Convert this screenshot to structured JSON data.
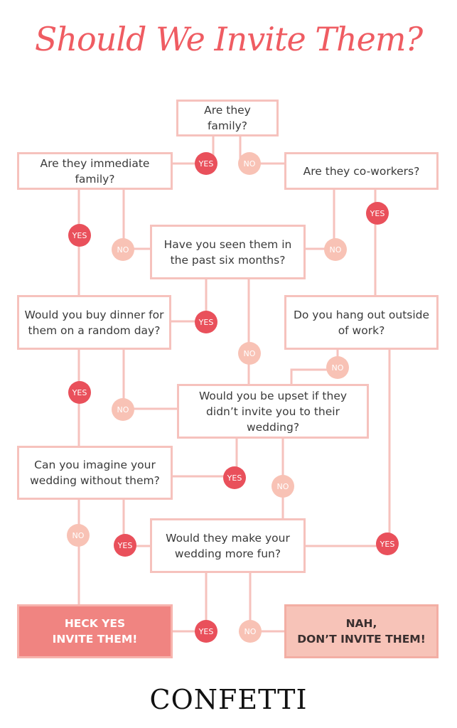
{
  "title": "Should We Invite Them?",
  "questions": {
    "family": "Are they family?",
    "immediate": "Are they immediate family?",
    "coworkers": "Are they co-workers?",
    "seen": "Have you seen them in the past six months?",
    "dinner": "Would you buy dinner for them on a random day?",
    "hangout": "Do you hang out outside of work?",
    "upset": "Would you be upset if they didn’t invite you to their wedding?",
    "imagine": "Can you imagine your wedding without them?",
    "fun": "Would they make your wedding more fun?"
  },
  "outcomes": {
    "yes_line1": "HECK YES",
    "yes_line2": "INVITE THEM!",
    "no_line1": "NAH,",
    "no_line2": "DON’T INVITE THEM!"
  },
  "labels": {
    "yes": "YES",
    "no": "NO"
  },
  "brand": "CONFETTI",
  "colors": {
    "title": "#ef5c62",
    "box_border": "#f6c2bd",
    "yes_dot": "#e9505b",
    "no_dot": "#f8c2b5",
    "yes_outcome_fill": "#f08481",
    "no_outcome_fill": "#f7c3b8"
  }
}
